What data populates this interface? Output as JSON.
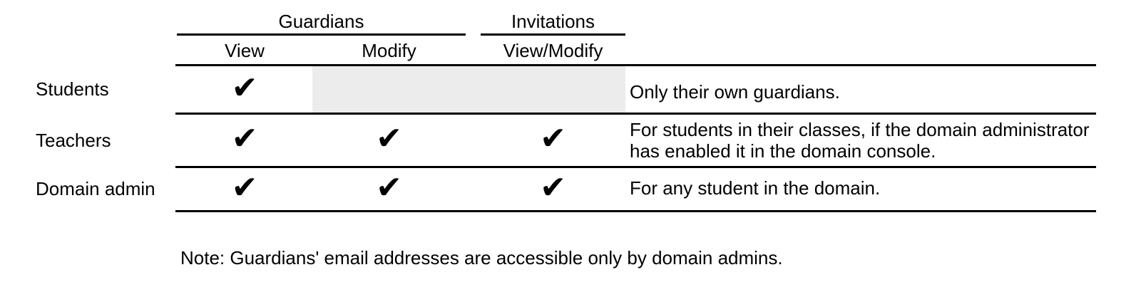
{
  "colors": {
    "background": "#ffffff",
    "text": "#000000",
    "rule": "#000000",
    "shaded_cell": "#ececec"
  },
  "table": {
    "group_headers": [
      {
        "label": "Guardians"
      },
      {
        "label": "Invitations"
      }
    ],
    "column_headers": [
      {
        "label": "View"
      },
      {
        "label": "Modify"
      },
      {
        "label": "View/Modify"
      }
    ],
    "check_glyph": "✔",
    "rows": [
      {
        "label": "Students",
        "cells": [
          "✔",
          "",
          ""
        ],
        "shaded": true,
        "note": "Only their own guardians."
      },
      {
        "label": "Teachers",
        "cells": [
          "✔",
          "✔",
          "✔"
        ],
        "shaded": false,
        "note": "For students in their classes, if the domain administrator has enabled it in the domain console."
      },
      {
        "label": "Domain admin",
        "cells": [
          "✔",
          "✔",
          "✔"
        ],
        "shaded": false,
        "note": "For any student in the domain."
      }
    ]
  },
  "footer": {
    "note": "Note: Guardians' email addresses are accessible only by domain admins."
  }
}
